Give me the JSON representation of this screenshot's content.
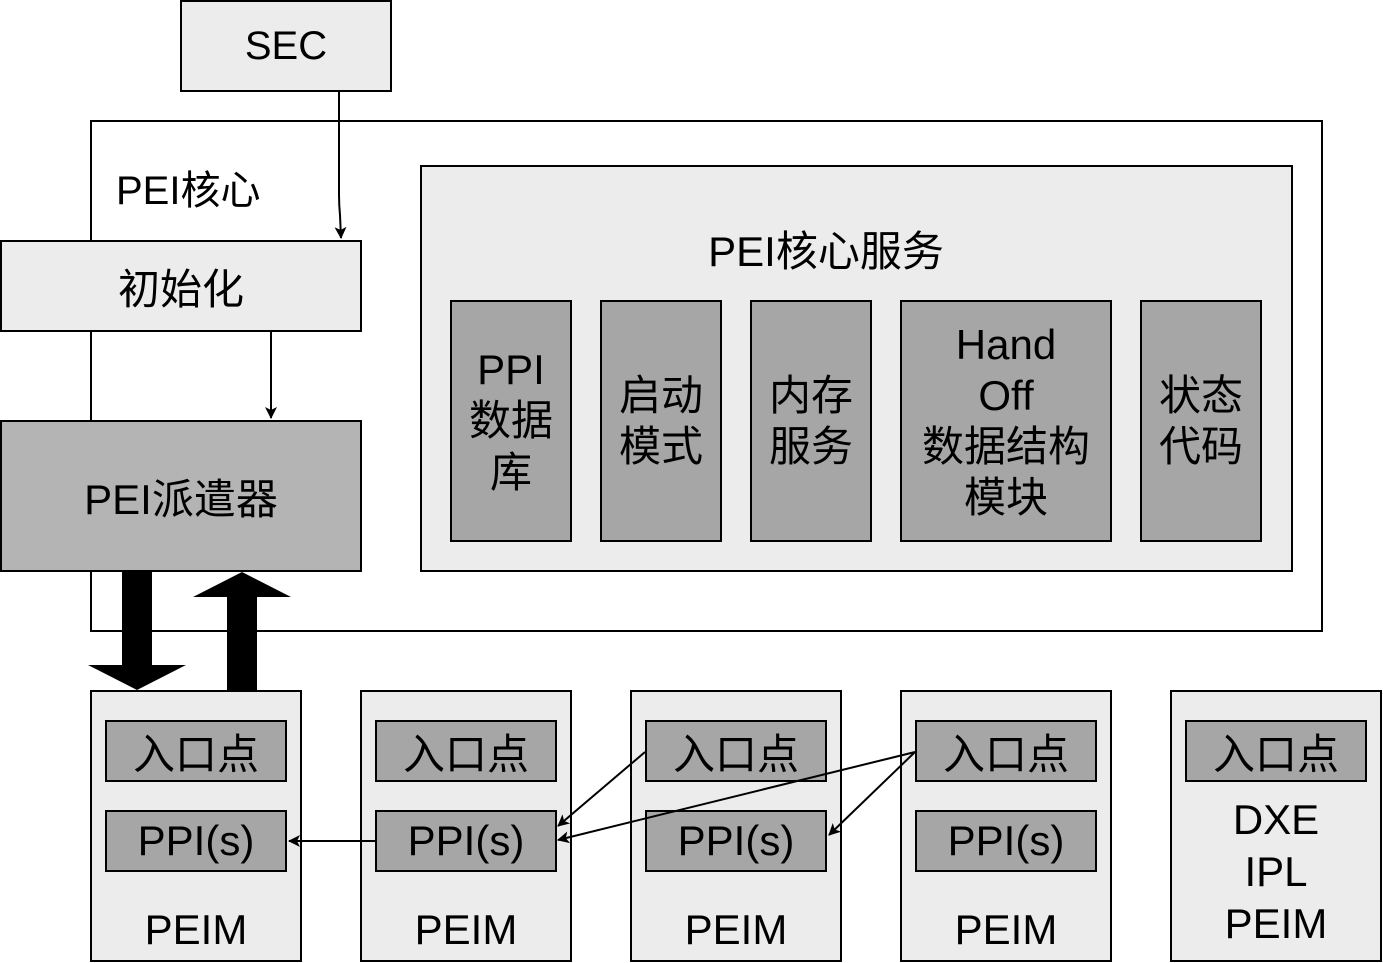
{
  "sec": "SEC",
  "pei_core": {
    "title": "PEI核心",
    "init": "初始化",
    "dispatcher": "PEI派遣器",
    "services": {
      "title": "PEI核心服务",
      "items": [
        "PPI\n数据\n库",
        "启动\n模式",
        "内存\n服务",
        "Hand\nOff\n数据结构\n模块",
        "状态\n代码"
      ]
    }
  },
  "peims": [
    {
      "entry": "入口点",
      "ppi": "PPI(s)",
      "label": "PEIM"
    },
    {
      "entry": "入口点",
      "ppi": "PPI(s)",
      "label": "PEIM"
    },
    {
      "entry": "入口点",
      "ppi": "PPI(s)",
      "label": "PEIM"
    },
    {
      "entry": "入口点",
      "ppi": "PPI(s)",
      "label": "PEIM"
    },
    {
      "entry": "入口点",
      "label": "DXE\nIPL\nPEIM"
    }
  ]
}
